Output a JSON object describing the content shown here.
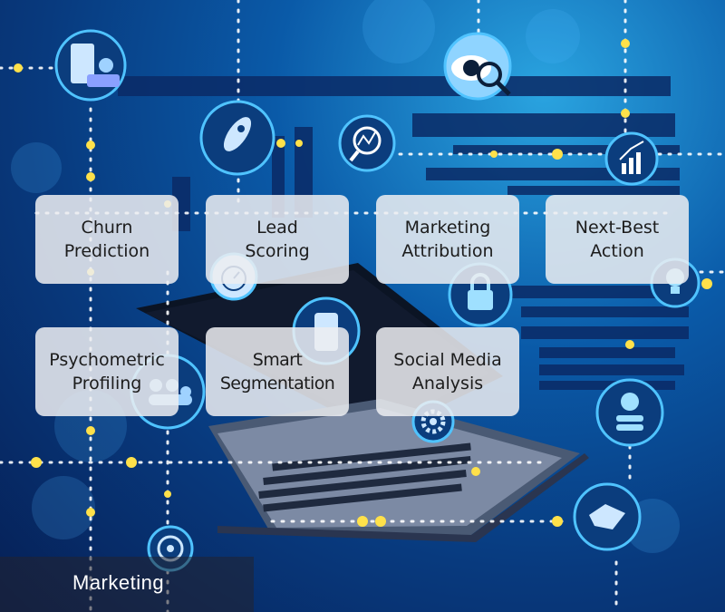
{
  "cards": [
    {
      "label": "Churn\nPrediction"
    },
    {
      "label": "Lead\nScoring"
    },
    {
      "label": "Marketing\nAttribution"
    },
    {
      "label": "Next-Best\nAction"
    },
    {
      "label": "Psychometric\nProfiling"
    },
    {
      "label": "Smart\nSegmentation"
    },
    {
      "label": "Social Media\nAnalysis"
    }
  ],
  "caption": {
    "text": "Marketing"
  },
  "icons": [
    "money-phone-icon",
    "eye-search-icon",
    "rocket-icon",
    "line-chart-search-icon",
    "growth-chart-icon",
    "stopwatch-icon",
    "lock-icon",
    "lightbulb-icon",
    "mobile-icon",
    "people-icon",
    "gear-icon",
    "coin-stack-icon",
    "handshake-icon",
    "target-icon",
    "laptop-icon"
  ],
  "colors": {
    "background": "#0a5aa8",
    "dot": "#ffe14a",
    "card": "#eceef1"
  }
}
